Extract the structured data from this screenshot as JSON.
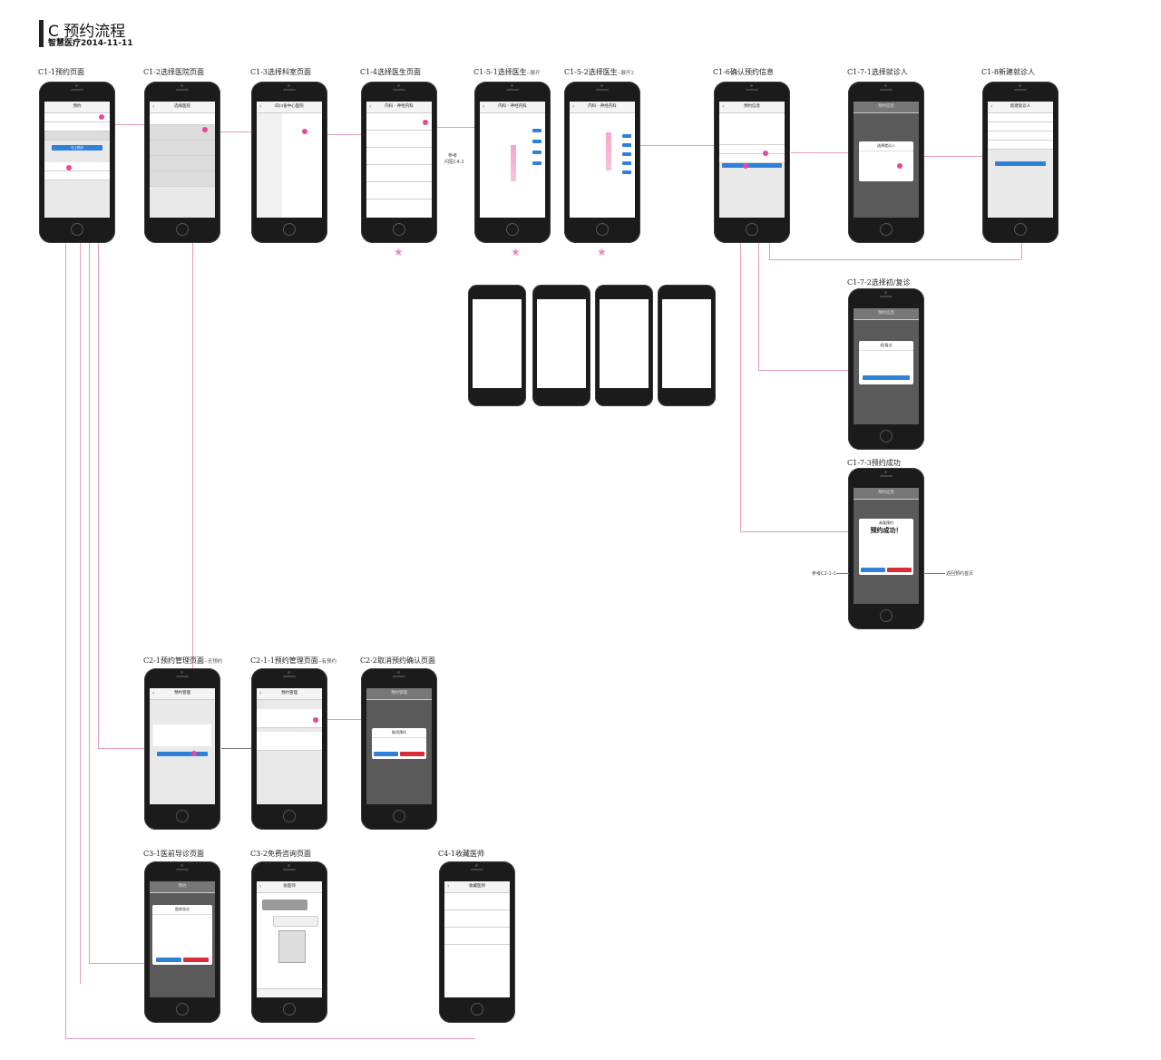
{
  "header": {
    "title": "C 预约流程",
    "subtitle": "智慧医疗2014-11-11"
  },
  "screens": {
    "c1_1": {
      "label": "C1-1预约页面",
      "nav": "预约",
      "btn": "马上预约"
    },
    "c1_2": {
      "label": "C1-2选择医院页面",
      "nav": "选择医院"
    },
    "c1_3": {
      "label": "C1-3选择科室页面",
      "nav": "四川省中心医院"
    },
    "c1_4": {
      "label": "C1-4选择医生页面",
      "nav": "内科 - 神经内科"
    },
    "c1_5_1": {
      "label": "C1-5-1选择医生",
      "label_suffix": "--展开",
      "nav": "内科 - 神经内科"
    },
    "c1_5_2": {
      "label": "C1-5-2选择医生",
      "label_suffix": "--展开2",
      "nav": "内科 - 神经内科"
    },
    "c1_6": {
      "label": "C1-6确认预约信息",
      "nav": "预约信息"
    },
    "c1_7_1": {
      "label": "C1-7-1选择就诊人",
      "nav": "预约信息",
      "dialog_title": "选择就诊人"
    },
    "c1_8": {
      "label": "C1-8新建就诊人",
      "nav": "新建就诊人"
    },
    "c1_7_2": {
      "label": "C1-7-2选择初/复诊",
      "nav": "预约信息",
      "dialog_title": "初/复诊"
    },
    "c1_7_3": {
      "label": "C1-7-3预约成功",
      "nav": "预约信息",
      "dialog_head": "恭喜预约",
      "dialog_title": "预约成功！"
    },
    "c2_1": {
      "label": "C2-1预约管理页面",
      "label_suffix": "--无预约",
      "nav": "预约管理"
    },
    "c2_1_1": {
      "label": "C2-1-1预约管理页面",
      "label_suffix": "--有预约",
      "nav": "预约管理"
    },
    "c2_2": {
      "label": "C2-2取消预约确认页面",
      "nav": "预约管理",
      "dialog_title": "取消预约"
    },
    "c3_1": {
      "label": "C3-1医前导诊页面",
      "nav": "预约",
      "dialog_title": "医前导诊"
    },
    "c3_2": {
      "label": "C3-2免费咨询页面",
      "nav": "张医师"
    },
    "c4_1": {
      "label": "C4-1收藏医师",
      "nav": "收藏医师"
    }
  },
  "annotations": {
    "ref_c4_2": "参考",
    "ref_c4_2b": "问医C4-2",
    "ref_c2_1_1": "参考C2-1-1",
    "back_home": "返回预约首页"
  },
  "colors": {
    "accent": "#e8479a",
    "flow_line": "#e79ac0",
    "button_blue": "#2f80d8",
    "button_red": "#d92e3a"
  }
}
